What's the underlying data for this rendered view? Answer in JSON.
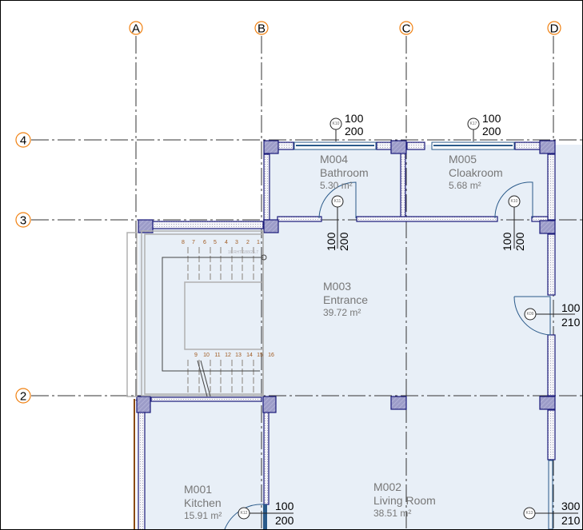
{
  "grid": {
    "columns": [
      "A",
      "B",
      "C",
      "D"
    ],
    "rows": [
      "4",
      "3",
      "2"
    ]
  },
  "rooms": [
    {
      "number": "M004",
      "name": "Bathroom",
      "area": "5.30 m²"
    },
    {
      "number": "M005",
      "name": "Cloakroom",
      "area": "5.68 m²"
    },
    {
      "number": "M003",
      "name": "Entrance",
      "area": "39.72 m²"
    },
    {
      "number": "M001",
      "name": "Kitchen",
      "area": "15.91 m²"
    },
    {
      "number": "M002",
      "name": "Living Room",
      "area": "38.51 m²"
    }
  ],
  "doors": [
    {
      "tag": "K10",
      "width": "100",
      "height": "200"
    },
    {
      "tag": "K11",
      "width": "100",
      "height": "200"
    },
    {
      "tag": "K17",
      "width": "100",
      "height": "200"
    },
    {
      "tag": "K10",
      "width": "100",
      "height": "200"
    },
    {
      "tag": "K09",
      "width": "100",
      "height": "210"
    },
    {
      "tag": "K12",
      "width": "100",
      "height": "200"
    },
    {
      "tag": "K13",
      "width": "300",
      "height": "210"
    }
  ],
  "stair": {
    "upper_steps": [
      "8",
      "7",
      "6",
      "5",
      "4",
      "3",
      "2",
      "1"
    ],
    "lower_steps": [
      "9",
      "10",
      "11",
      "12",
      "13",
      "14",
      "15",
      "16"
    ],
    "note": "16 RHT 188/25.7"
  },
  "colors": {
    "room_fill": "#e8eff7",
    "wall": "#1a1a7a",
    "grid_bubble": "#f08010"
  }
}
